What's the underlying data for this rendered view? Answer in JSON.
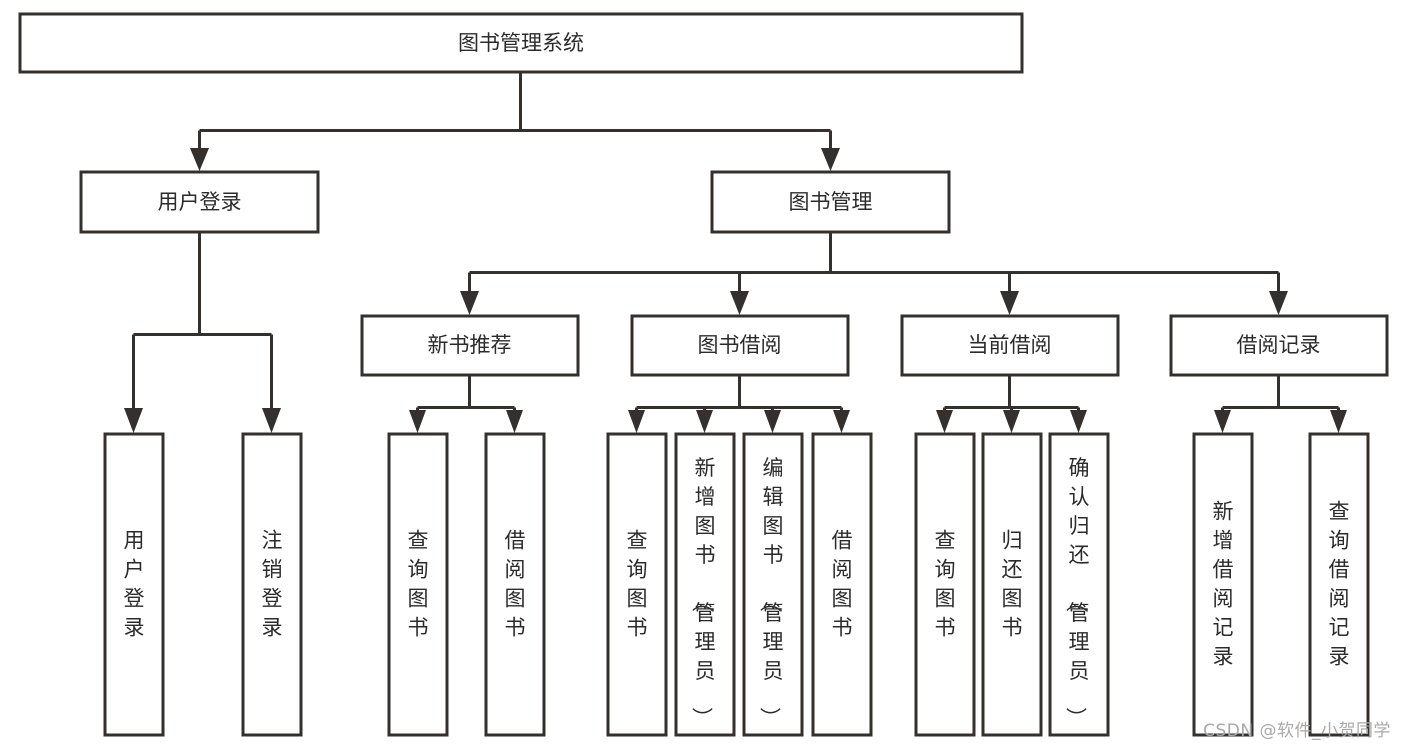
{
  "diagram": {
    "type": "tree-hierarchy-flowchart",
    "title": "图书管理系统",
    "watermark": "CSDN @软件_小贺同学",
    "colors": {
      "stroke": "#33302e",
      "box_fill": "#ffffff",
      "text": "#2b2b2b",
      "background": "#ffffff",
      "watermark": "#a9a9a9"
    },
    "levels": [
      {
        "level": 0,
        "nodes": [
          {
            "id": "root",
            "label": "图书管理系统",
            "orientation": "horizontal"
          }
        ]
      },
      {
        "level": 1,
        "nodes": [
          {
            "id": "login",
            "label": "用户登录",
            "orientation": "horizontal",
            "parent": "root"
          },
          {
            "id": "bookmgmt",
            "label": "图书管理",
            "orientation": "horizontal",
            "parent": "root"
          }
        ]
      },
      {
        "level": 2,
        "nodes": [
          {
            "id": "newbook",
            "label": "新书推荐",
            "orientation": "horizontal",
            "parent": "bookmgmt"
          },
          {
            "id": "borrow",
            "label": "图书借阅",
            "orientation": "horizontal",
            "parent": "bookmgmt"
          },
          {
            "id": "current",
            "label": "当前借阅",
            "orientation": "horizontal",
            "parent": "bookmgmt"
          },
          {
            "id": "records",
            "label": "借阅记录",
            "orientation": "horizontal",
            "parent": "bookmgmt"
          }
        ]
      },
      {
        "level": 3,
        "nodes": [
          {
            "id": "leaf-user-login",
            "label": "用户登录",
            "orientation": "vertical",
            "parent": "login"
          },
          {
            "id": "leaf-user-logout",
            "label": "注销登录",
            "orientation": "vertical",
            "parent": "login"
          },
          {
            "id": "leaf-query-book-1",
            "label": "查询图书",
            "orientation": "vertical",
            "parent": "newbook"
          },
          {
            "id": "leaf-borrow-book-1",
            "label": "借阅图书",
            "orientation": "vertical",
            "parent": "newbook"
          },
          {
            "id": "leaf-query-book-2",
            "label": "查询图书",
            "orientation": "vertical",
            "parent": "borrow"
          },
          {
            "id": "leaf-add-book",
            "label": "新增图书（管理员）",
            "orientation": "vertical",
            "parent": "borrow"
          },
          {
            "id": "leaf-edit-book",
            "label": "编辑图书（管理员）",
            "orientation": "vertical",
            "parent": "borrow"
          },
          {
            "id": "leaf-borrow-book-2",
            "label": "借阅图书",
            "orientation": "vertical",
            "parent": "borrow"
          },
          {
            "id": "leaf-query-book-3",
            "label": "查询图书",
            "orientation": "vertical",
            "parent": "current"
          },
          {
            "id": "leaf-return-book",
            "label": "归还图书",
            "orientation": "vertical",
            "parent": "current"
          },
          {
            "id": "leaf-confirm-return",
            "label": "确认归还（管理员）",
            "orientation": "vertical",
            "parent": "current"
          },
          {
            "id": "leaf-add-record",
            "label": "新增借阅记录",
            "orientation": "vertical",
            "parent": "records"
          },
          {
            "id": "leaf-query-record",
            "label": "查询借阅记录",
            "orientation": "vertical",
            "parent": "records"
          }
        ]
      }
    ]
  }
}
